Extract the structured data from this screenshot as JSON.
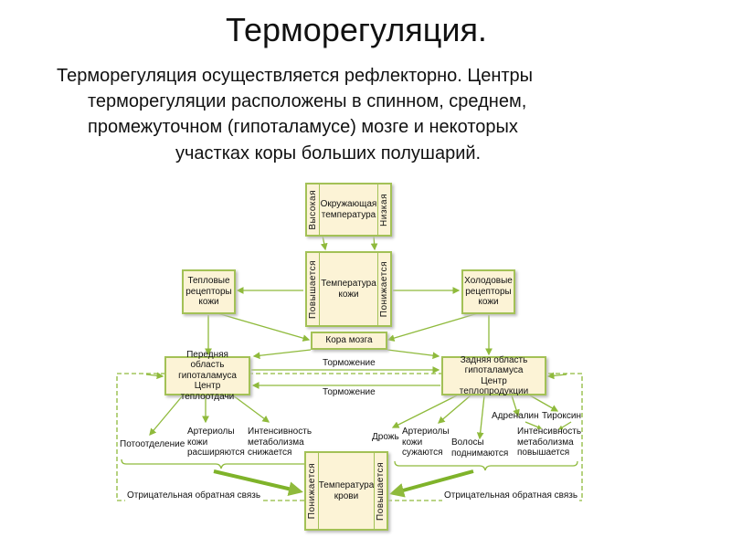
{
  "title": "Терморегуляция.",
  "paragraph": [
    "Терморегуляция осуществляется рефлекторно. Центры",
    "терморегуляции расположены в спинном, среднем,",
    "промежуточном (гипоталамусе) мозге и некоторых",
    "участках коры больших полушарий."
  ],
  "diagram": {
    "ambient": {
      "label": "Окружающая температура",
      "left": "Высокая",
      "right": "Низкая"
    },
    "skin": {
      "label": "Температура кожи",
      "left": "Повышается",
      "right": "Понижается"
    },
    "heat_receptors": "Тепловые рецепторы кожи",
    "cold_receptors": "Холодовые рецепторы кожи",
    "cortex": "Кора мозга",
    "anterior": "Передняя область гипоталамуса Центр теплоотдачи",
    "posterior": "Задняя область гипоталамуса Центр теплопродукции",
    "inhibition_top": "Торможение",
    "inhibition_bottom": "Торможение",
    "left_effects": [
      "Потоотделение",
      "Артериолы кожи расширяются",
      "Интенсивность метаболизма снижается"
    ],
    "right_effects": [
      "Дрожь",
      "Артериолы кожи сужаются",
      "Волосы поднимаются",
      "Интенсивность метаболизма повышается"
    ],
    "hormones": [
      "Адреналин",
      "Тироксин"
    ],
    "blood": {
      "label": "Температура крови",
      "left": "Понижается",
      "right": "Повышается"
    },
    "feedback_left": "Отрицательная обратная связь",
    "feedback_right": "Отрицательная обратная связь",
    "colors": {
      "line": "#8fba3c",
      "box_fill": "#fcf3d6",
      "box_border": "#a3c156"
    }
  }
}
